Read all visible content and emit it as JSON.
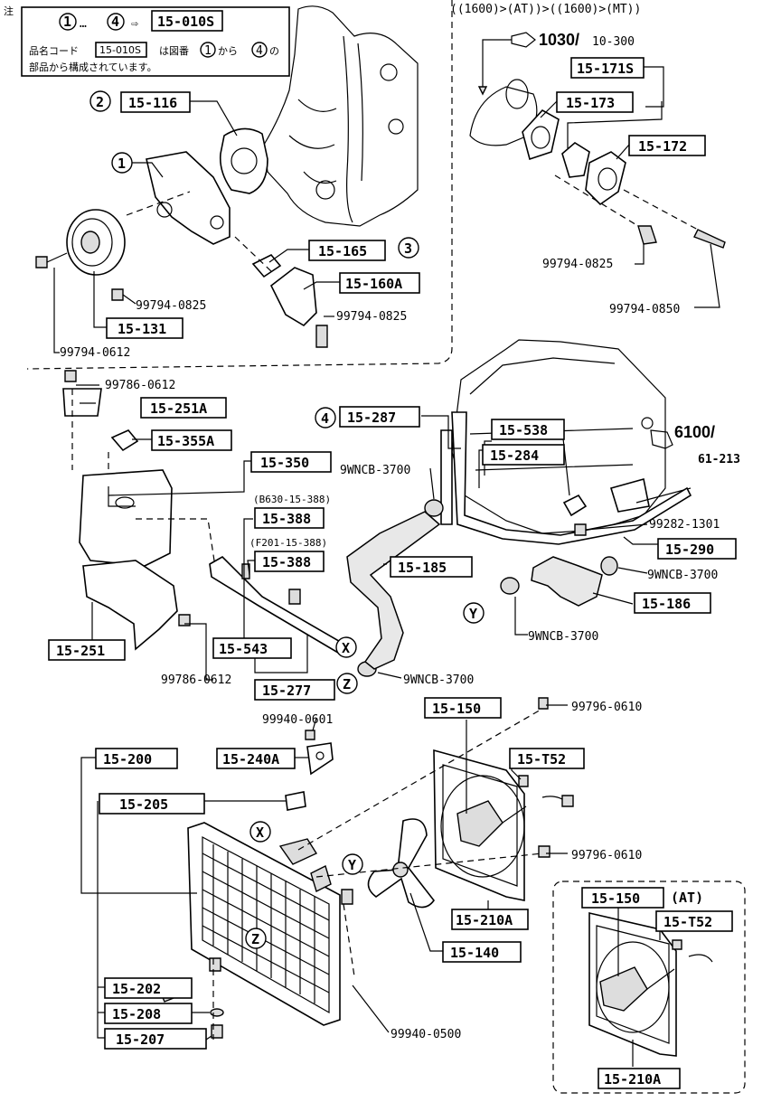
{
  "note": {
    "mark": "注",
    "range_from": "1",
    "range_ellipsis": "…",
    "range_to": "4",
    "arrow": "⇨",
    "set_code": "15-010S",
    "line1_a": "品名コード",
    "line1_code": "15-010S",
    "line1_b": "は図番",
    "line1_c": "から",
    "line1_d": "の",
    "line2": "部品から構成されています。"
  },
  "variant": {
    "header": "((1600)>(AT))>((1600)>(MT))",
    "ref_main": "1030/",
    "ref_sub": "10-300"
  },
  "ref_right": {
    "main": "6100/",
    "sub": "61-213"
  },
  "labels": {
    "p15_116": "15-116",
    "p15_131": "15-131",
    "p15_165": "15-165",
    "p15_160a": "15-160A",
    "p15_171s": "15-171S",
    "p15_173": "15-173",
    "p15_172": "15-172",
    "p15_251a": "15-251A",
    "p15_355a": "15-355A",
    "p15_350": "15-350",
    "p15_388a": "15-388",
    "p15_388b": "15-388",
    "p15_388a_note": "(B630-15-388)",
    "p15_388b_note": "(F201-15-388)",
    "p15_251": "15-251",
    "p15_543": "15-543",
    "p15_277": "15-277",
    "p15_287": "15-287",
    "p15_538": "15-538",
    "p15_284": "15-284",
    "p15_185": "15-185",
    "p15_290": "15-290",
    "p15_186": "15-186",
    "p15_150": "15-150",
    "p15_t52": "15-T52",
    "p15_200": "15-200",
    "p15_240a": "15-240A",
    "p15_205": "15-205",
    "p15_210a": "15-210A",
    "p15_140": "15-140",
    "p15_202": "15-202",
    "p15_208": "15-208",
    "p15_207": "15-207",
    "p15_150_at": "15-150",
    "at_tag": "(AT)",
    "p15_t52_at": "15-T52",
    "p15_210a_at": "15-210A"
  },
  "callouts": {
    "n1": "1",
    "n2": "2",
    "n3": "3",
    "n4": "4",
    "x1": "X",
    "x2": "X",
    "y1": "Y",
    "y2": "Y",
    "z1": "Z",
    "z2": "Z"
  },
  "partnos": {
    "b0825_a": "99794-0825",
    "b0825_b": "99794-0825",
    "b0612": "99794-0612",
    "b0825_c": "99794-0825",
    "b0850": "99794-0850",
    "b86_0612_top": "99786-0612",
    "b86_0612_bot": "99786-0612",
    "clamp_a": "9WNCB-3700",
    "clamp_b": "9WNCB-3700",
    "clamp_c": "9WNCB-3700",
    "clamp_d": "9WNCB-3700",
    "b1301": "99282-1301",
    "b0601": "99940-0601",
    "b96_0610_a": "99796-0610",
    "b96_0610_b": "99796-0610",
    "b0500": "99940-0500"
  }
}
